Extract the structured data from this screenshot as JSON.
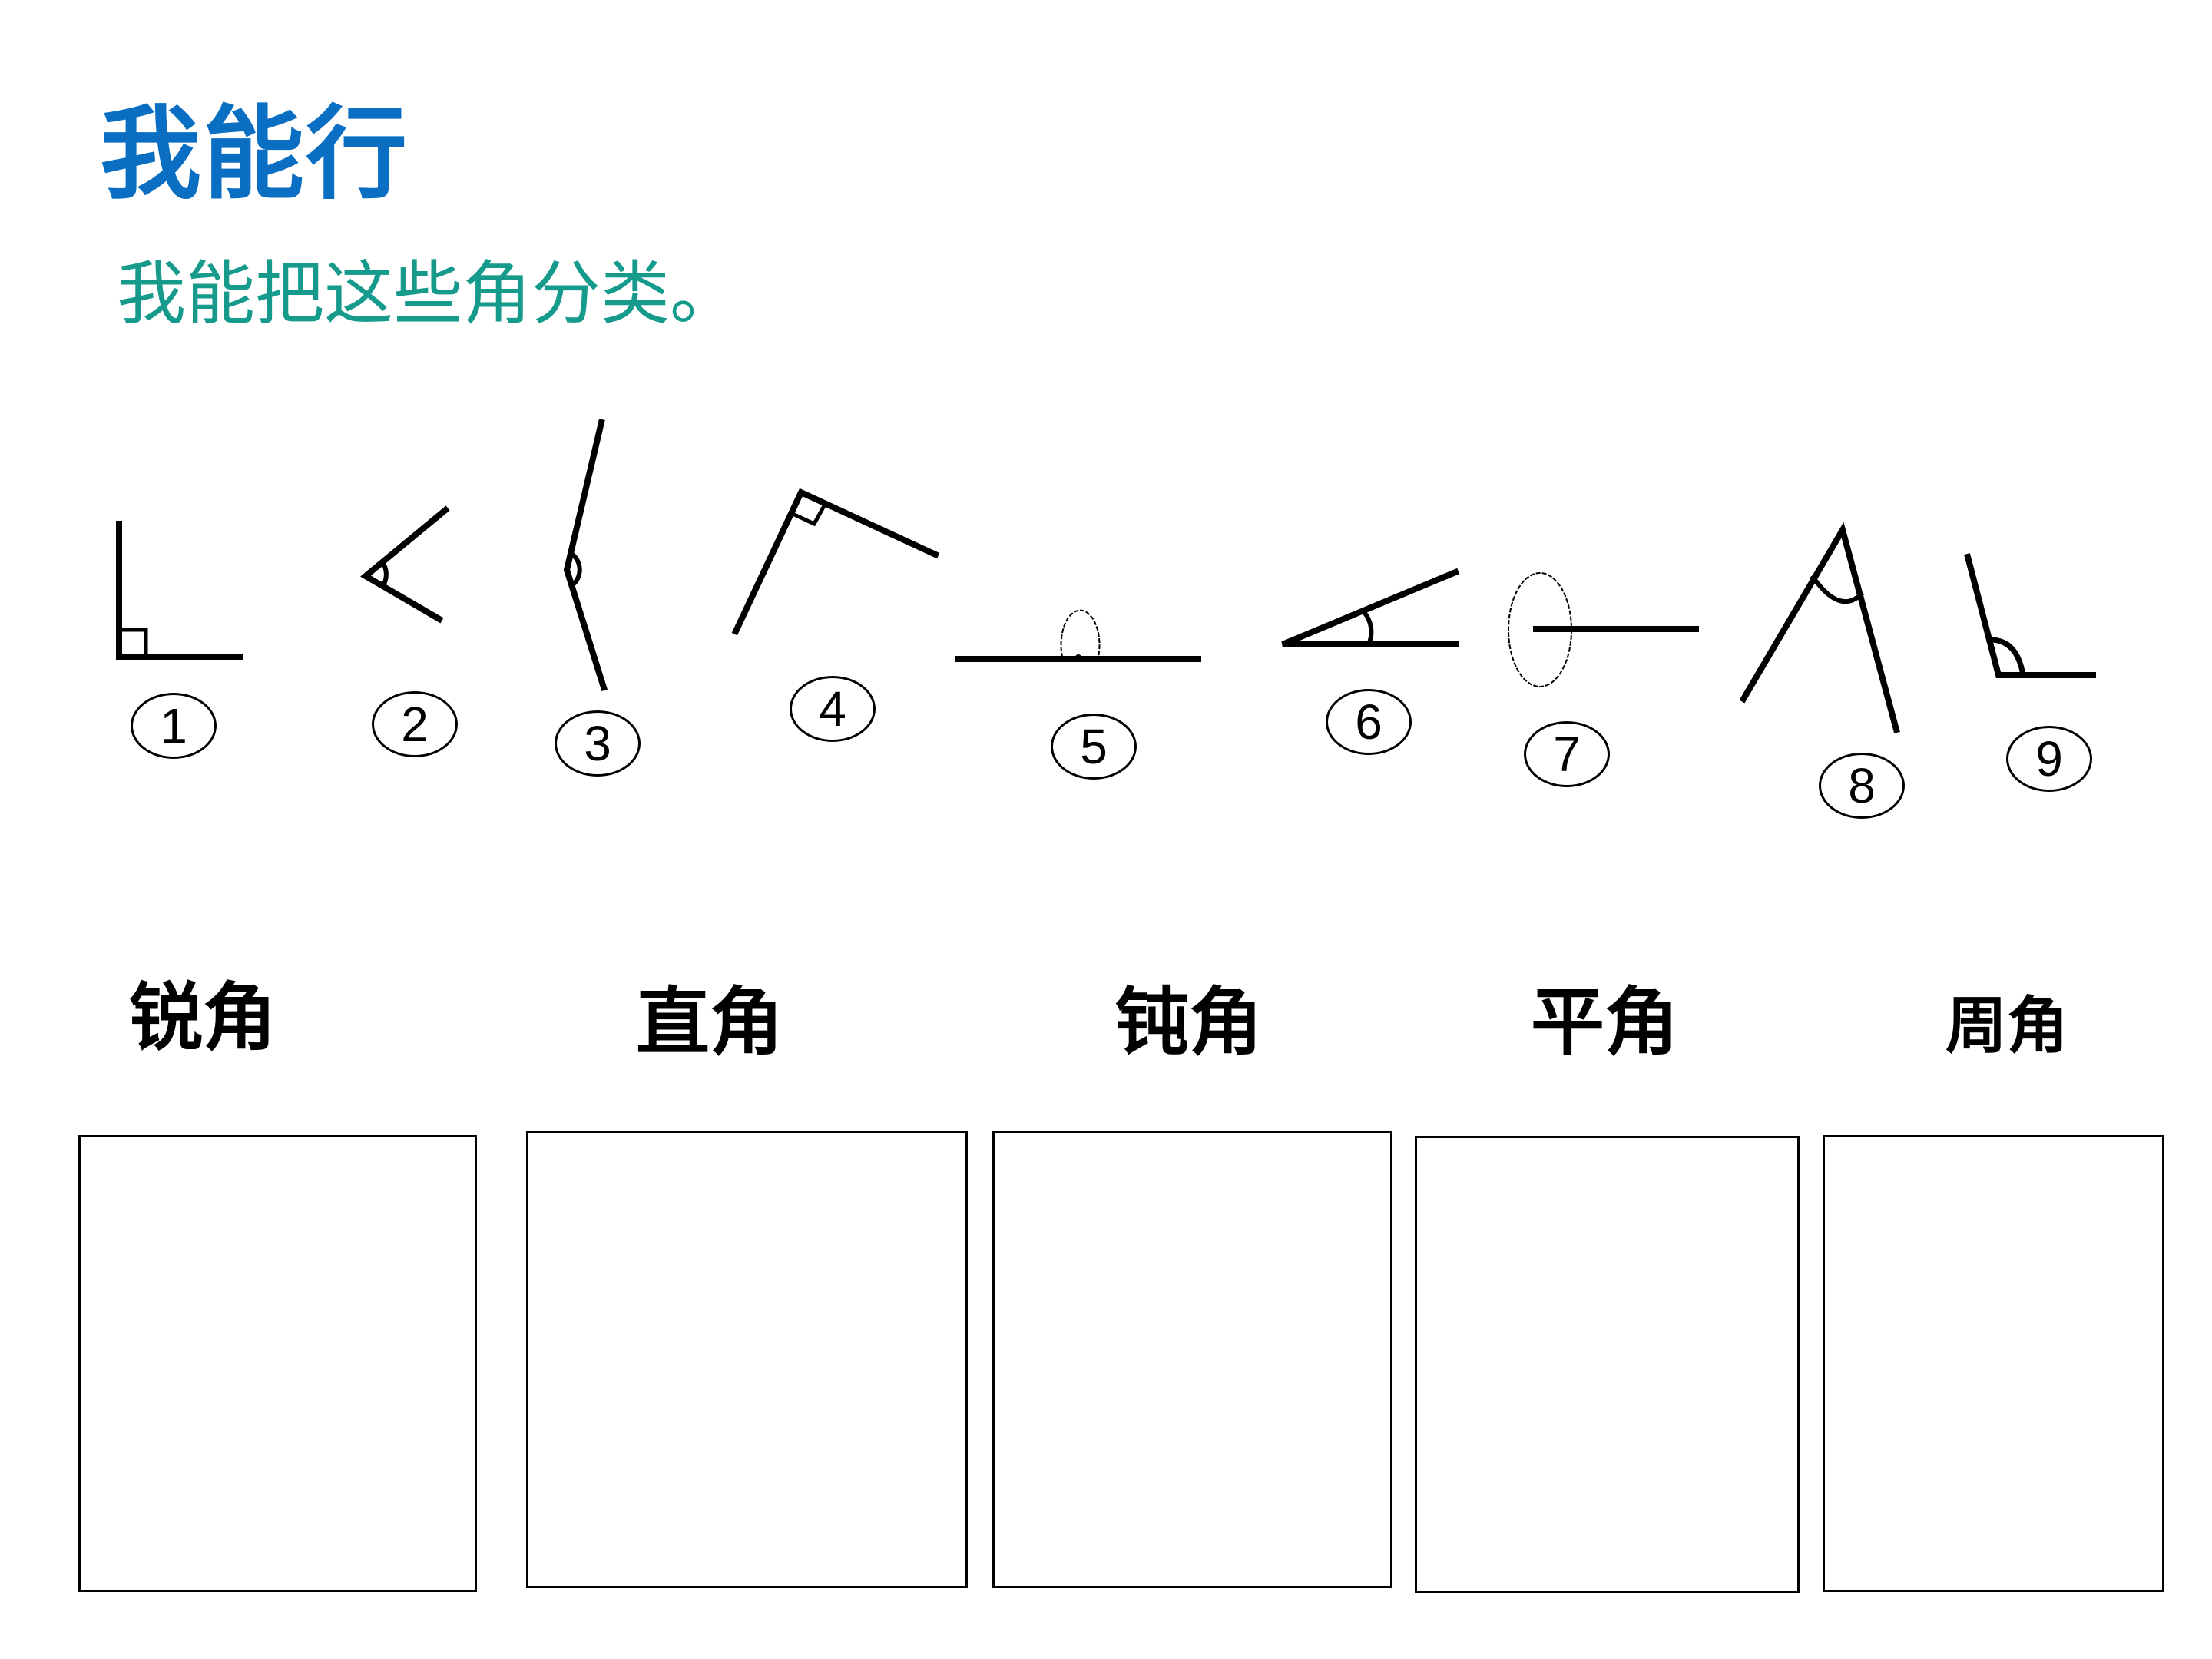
{
  "header": {
    "title": "我能行",
    "subtitle": "我能把这些角分类。"
  },
  "colors": {
    "title": "#0a6fc2",
    "subtitle": "#159a8c",
    "line": "#000000"
  },
  "angles": [
    {
      "label": "1"
    },
    {
      "label": "2"
    },
    {
      "label": "3"
    },
    {
      "label": "4"
    },
    {
      "label": "5"
    },
    {
      "label": "6"
    },
    {
      "label": "7"
    },
    {
      "label": "8"
    },
    {
      "label": "9"
    }
  ],
  "categories": [
    {
      "label": "锐角"
    },
    {
      "label": "直角"
    },
    {
      "label": "钝角"
    },
    {
      "label": "平角"
    },
    {
      "label": "周角"
    }
  ]
}
